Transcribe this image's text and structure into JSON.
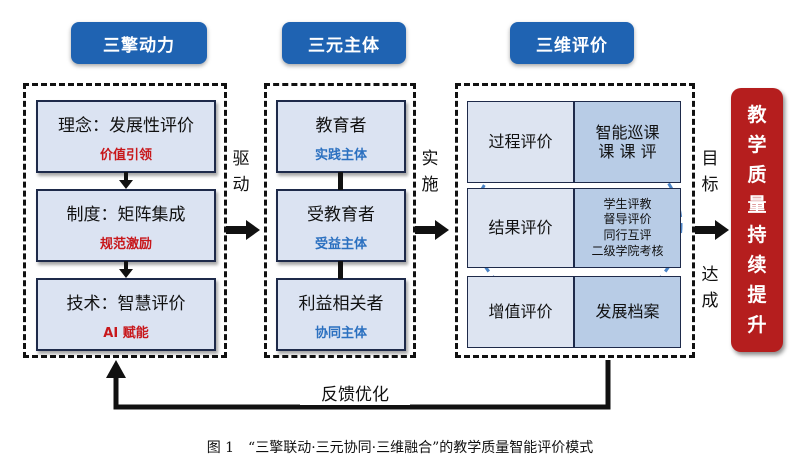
{
  "columns": {
    "drive": {
      "tab": "三擎动力",
      "boxes": [
        {
          "main": "理念：发展性评价",
          "sub": "价值引领"
        },
        {
          "main": "制度：矩阵集成",
          "sub": "规范激励"
        },
        {
          "main": "技术：智慧评价",
          "sub": "AI 赋能"
        }
      ]
    },
    "subject": {
      "tab": "三元主体",
      "boxes": [
        {
          "main": "教育者",
          "sub": "实践主体"
        },
        {
          "main": "受教育者",
          "sub": "受益主体"
        },
        {
          "main": "利益相关者",
          "sub": "协同主体"
        }
      ]
    },
    "eval": {
      "tab": "三维评价",
      "rows": [
        {
          "left": "过程评价",
          "right": [
            "智能巡课",
            "课 课 评"
          ]
        },
        {
          "left": "结果评价",
          "right": [
            "学生评教",
            "督导评价",
            "同行互评",
            "二级学院考核"
          ]
        },
        {
          "left": "增值评价",
          "right": [
            "发展档案"
          ]
        }
      ]
    }
  },
  "connectors": {
    "drive": [
      "驱",
      "动"
    ],
    "implement": [
      "实",
      "施"
    ],
    "goal": [
      "目",
      "标"
    ],
    "reach": [
      "达",
      "成"
    ]
  },
  "result": [
    "教",
    "学",
    "质",
    "量",
    "持",
    "续",
    "提",
    "升"
  ],
  "feedback": "反馈优化",
  "caption": "图 1　“三擎联动·三元协同·三维融合”的教学质量智能评价模式",
  "colors": {
    "tab": "#1f63b2",
    "box_fill": "#dbe3f2",
    "result": "#b51e1e",
    "red_text": "#c8171b",
    "blue_text": "#2b70c0"
  }
}
